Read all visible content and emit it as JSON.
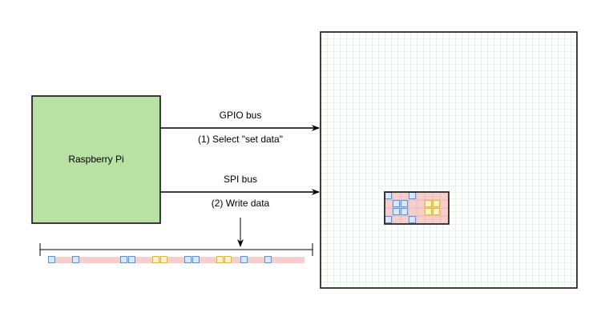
{
  "diagram": {
    "device_label": "Raspberry Pi",
    "gpio_bus": {
      "label": "GPIO bus",
      "step_label": "(1) Select \"set data\""
    },
    "spi_bus": {
      "label": "SPI bus",
      "step_label": "(2) Write data"
    },
    "colors": {
      "device_fill": "#b9e0a5",
      "device_border": "#000000",
      "grid_line": "#d5e8d4",
      "region_fill": "#f8cecc",
      "pixel_blue_fill": "#dae8fc",
      "pixel_blue_border": "#6c8ebf",
      "pixel_yellow_fill": "#fff2cc",
      "pixel_yellow_border": "#d6b656"
    }
  }
}
